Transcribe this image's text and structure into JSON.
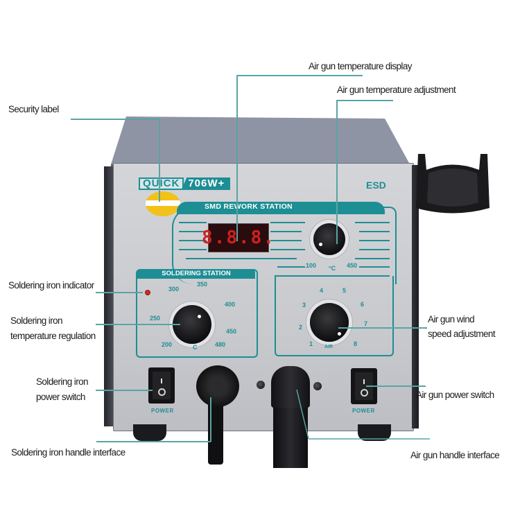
{
  "product": {
    "brand": "QUICK",
    "model": "706W+",
    "esd_mark": "ESD",
    "smd_section_title": "SMD REWORK STATION",
    "soldering_section_title": "SOLDERING STATION",
    "display_value": "8.8.8.",
    "power_label_left": "POWER",
    "power_label_right": "POWER",
    "switch_on_symbol": "I",
    "switch_off_symbol": "O",
    "air_temp_scale": {
      "min": "100",
      "unit": "°C",
      "max": "450"
    },
    "iron_temp_scale": [
      "200",
      "250",
      "300",
      "350",
      "400",
      "450",
      "480"
    ],
    "iron_temp_unit": "C",
    "air_speed_scale": [
      "1",
      "2",
      "3",
      "4",
      "5",
      "6",
      "7",
      "8"
    ],
    "air_speed_unit": "AIR",
    "accent_color": "#1d8e94",
    "display_color": "#d0201e"
  },
  "callouts": {
    "security_label": "Security label",
    "air_gun_temp_display": "Air gun temperature display",
    "air_gun_temp_adjustment": "Air gun temperature adjustment",
    "soldering_iron_indicator": "Soldering iron indicator",
    "soldering_iron_temp_regulation_line1": "Soldering iron",
    "soldering_iron_temp_regulation_line2": "temperature regulation",
    "soldering_iron_power_switch_line1": "Soldering iron",
    "soldering_iron_power_switch_line2": "power switch",
    "soldering_iron_handle_interface": "Soldering iron handle interface",
    "air_gun_wind_speed_line1": "Air gun wind",
    "air_gun_wind_speed_line2": "speed adjustment",
    "air_gun_power_switch": "Air gun power switch",
    "air_gun_handle_interface": "Air gun handle interface"
  },
  "colors": {
    "callout_line": "#5aa3a3",
    "device_face": "#cbccd0",
    "device_lid": "#8e93a3"
  }
}
